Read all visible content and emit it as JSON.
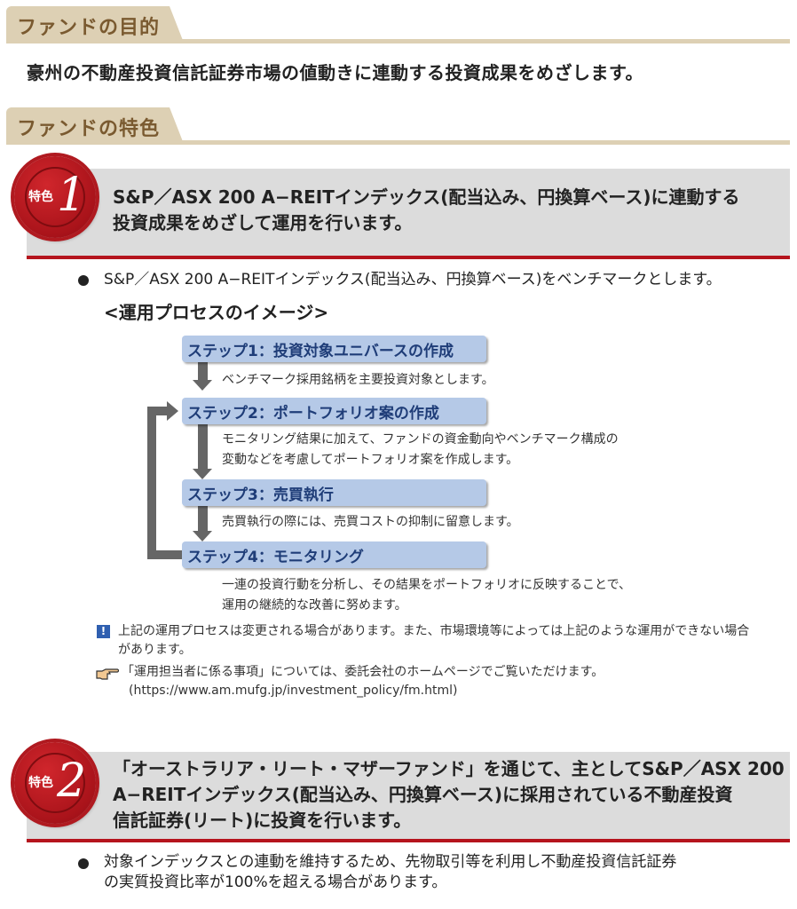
{
  "sections": {
    "purpose_header": "ファンドの目的",
    "features_header": "ファンドの特色"
  },
  "purpose": "豪州の不動産投資信託証券市場の値動きに連動する投資成果をめざします。",
  "feature1": {
    "badge_label": "特色",
    "badge_number": "1",
    "title_line1": "S&P／ASX 200 A−REITインデックス(配当込み、円換算ベース)に連動する",
    "title_line2": "投資成果をめざして運用を行います。",
    "bullet": "S&P／ASX 200 A−REITインデックス(配当込み、円換算ベース)をベンチマークとします。",
    "process_title": "<運用プロセスのイメージ>",
    "steps": [
      {
        "label": "ステップ1：投資対象ユニバースの作成",
        "desc": [
          "ベンチマーク採用銘柄を主要投資対象とします。"
        ]
      },
      {
        "label": "ステップ2：ポートフォリオ案の作成",
        "desc": [
          "モニタリング結果に加えて、ファンドの資金動向やベンチマーク構成の",
          "変動などを考慮してポートフォリオ案を作成します。"
        ]
      },
      {
        "label": "ステップ3：売買執行",
        "desc": [
          "売買執行の際には、売買コストの抑制に留意します。"
        ]
      },
      {
        "label": "ステップ4：モニタリング",
        "desc": [
          "一連の投資行動を分析し、その結果をポートフォリオに反映することで、",
          "運用の継続的な改善に努めます。"
        ]
      }
    ],
    "note_lines": [
      "上記の運用プロセスは変更される場合があります。また、市場環境等によっては上記のような運用ができない場合",
      "があります。"
    ],
    "ref_lines": [
      "「運用担当者に係る事項」については、委託会社のホームページでご覧いただけます。",
      "(https://www.am.mufg.jp/investment_policy/fm.html)"
    ]
  },
  "feature2": {
    "badge_label": "特色",
    "badge_number": "2",
    "title_lines": [
      "「オーストラリア・リート・マザーファンド」を通じて、主としてS&P／ASX 200",
      "A−REITインデックス(配当込み、円換算ベース)に採用されている不動産投資",
      "信託証券(リート)に投資を行います。"
    ],
    "bullet_lines": [
      "対象インデックスとの連動を維持するため、先物取引等を利用し不動産投資信託証券",
      "の実質投資比率が100%を超える場合があります。"
    ]
  },
  "colors": {
    "accent_red": "#b5141d",
    "tab_beige": "#ddd0b4",
    "step_blue": "#b5c9e7"
  }
}
